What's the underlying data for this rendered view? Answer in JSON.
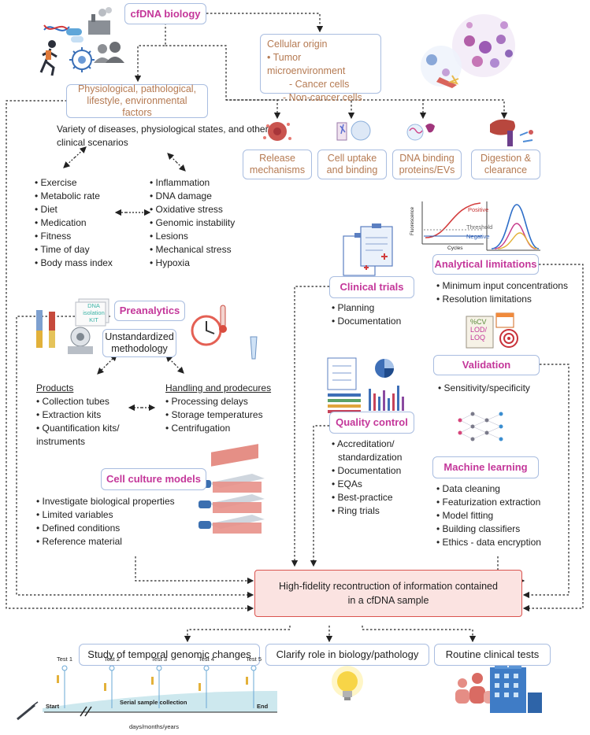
{
  "title": "cfDNA biology",
  "cellular_origin": {
    "title": "Cellular origin",
    "items": [
      "• Tumor microenvironment",
      "- Cancer cells",
      "- Non-cancer cells"
    ]
  },
  "factors": {
    "title": "Physiological, pathological, lifestyle,  environmental factors",
    "subtitle": "Variety of diseases, physiological states, and other clinical scenarios",
    "left_list": [
      "• Exercise",
      "• Metabolic rate",
      "• Diet",
      "• Medication",
      "• Fitness",
      "• Time of day",
      "• Body mass index"
    ],
    "right_list": [
      "• Inflammation",
      "• DNA damage",
      "• Oxidative stress",
      "• Genomic instability",
      "• Lesions",
      "• Mechanical stress",
      "• Hypoxia"
    ]
  },
  "mechanisms": [
    "Release mechanisms",
    "Cell uptake and binding",
    "DNA binding proteins/EVs",
    "Digestion & clearance"
  ],
  "preanalytics": {
    "title": "Preanalytics",
    "method": "Unstandardized methodology",
    "kit_label": "DNA isolation KIT",
    "products_heading": "Products",
    "products": [
      "• Collection tubes",
      "• Extraction kits",
      "• Quantification kits/",
      "instruments"
    ],
    "handling_heading": "Handling and prodecures",
    "handling": [
      "• Processing delays",
      "• Storage temperatures",
      "• Centrifugation"
    ]
  },
  "cell_culture": {
    "title": "Cell culture models",
    "items": [
      "• Investigate biological properties",
      "• Limited variables",
      "• Defined conditions",
      "• Reference material"
    ]
  },
  "clinical_trials": {
    "title": "Clinical trials",
    "items": [
      "• Planning",
      "• Documentation"
    ]
  },
  "analytical": {
    "title": "Analytical limitations",
    "items": [
      "• Minimum input concentrations",
      "• Resolution limitations"
    ],
    "chart_labels": {
      "positive": "Positive",
      "threshold": "Threshold",
      "negative": "Negative",
      "y_axis": "Fluorescence",
      "x_axis": "Cycles"
    }
  },
  "validation": {
    "title": "Validation",
    "items": [
      "• Sensitivity/specificity"
    ],
    "icon_text": [
      "%CV",
      "LOD/",
      "LOQ"
    ]
  },
  "quality": {
    "title": "Quality control",
    "items": [
      "• Accreditation/",
      "standardization",
      "• Documentation",
      "• EQAs",
      "• Best-practice",
      "• Ring trials"
    ]
  },
  "ml": {
    "title": "Machine learning",
    "items": [
      "• Data cleaning",
      "• Featurization extraction",
      "• Model fitting",
      "• Building classifiers",
      "• Ethics - data encryption"
    ]
  },
  "center": "High-fidelity recontruction of information contained in a cfDNA sample",
  "outcomes": [
    "Study of temporal genomic changes",
    "Clarify role in biology/pathology",
    "Routine clinical tests"
  ],
  "timeline": {
    "tests": [
      "Test 1",
      "Test 2",
      "Test 3",
      "Test 4",
      "Test 5"
    ],
    "start": "Start",
    "end": "End",
    "collection": "Serial sample collection",
    "duration": "days/months/years"
  },
  "colors": {
    "box_border": "#a9bde0",
    "pink": "#c4379a",
    "tan": "#b57a52",
    "center_bg": "#fbe3e1",
    "center_border": "#d9534f"
  }
}
